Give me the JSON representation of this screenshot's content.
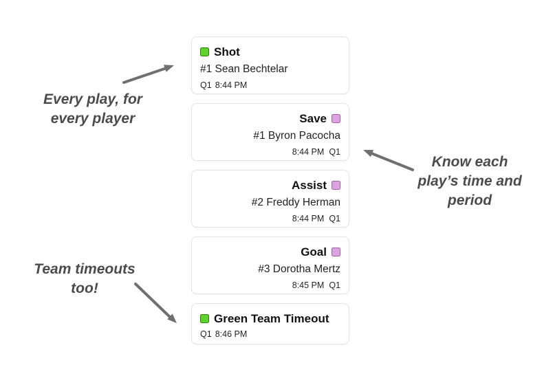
{
  "colors": {
    "green_fill": "#5ed32b",
    "green_border": "#2f7d10",
    "purple_fill": "#dca4de",
    "purple_border": "#a05fa8",
    "card_border": "#e3e3e3",
    "annotation_text": "#4b4b4b",
    "arrow": "#6f6f6f"
  },
  "feed": {
    "cards": [
      {
        "title": "Shot",
        "icon": "green-team-square",
        "align": "left",
        "player": "#1 Sean Bechtelar",
        "meta_parts": [
          "Q1",
          "8:44 PM"
        ]
      },
      {
        "title": "Save",
        "icon": "purple-team-square",
        "align": "right",
        "player": "#1 Byron Pacocha",
        "meta_parts": [
          "8:44 PM",
          "Q1"
        ]
      },
      {
        "title": "Assist",
        "icon": "purple-team-square",
        "align": "right",
        "player": "#2 Freddy Herman",
        "meta_parts": [
          "8:44 PM",
          "Q1"
        ]
      },
      {
        "title": "Goal",
        "icon": "purple-team-square",
        "align": "right",
        "player": "#3 Dorotha Mertz",
        "meta_parts": [
          "8:45 PM",
          "Q1"
        ]
      },
      {
        "title": "Green Team Timeout",
        "icon": "green-team-square",
        "align": "left",
        "player": null,
        "meta_parts": [
          "Q1",
          "8:46 PM"
        ]
      }
    ]
  },
  "annotations": {
    "every_play": {
      "lines": [
        "Every play, for",
        "every player"
      ]
    },
    "know_time": {
      "lines": [
        "Know each",
        "play’s time and",
        "period"
      ]
    },
    "team_timeouts": {
      "lines": [
        "Team timeouts",
        "too!"
      ]
    }
  }
}
